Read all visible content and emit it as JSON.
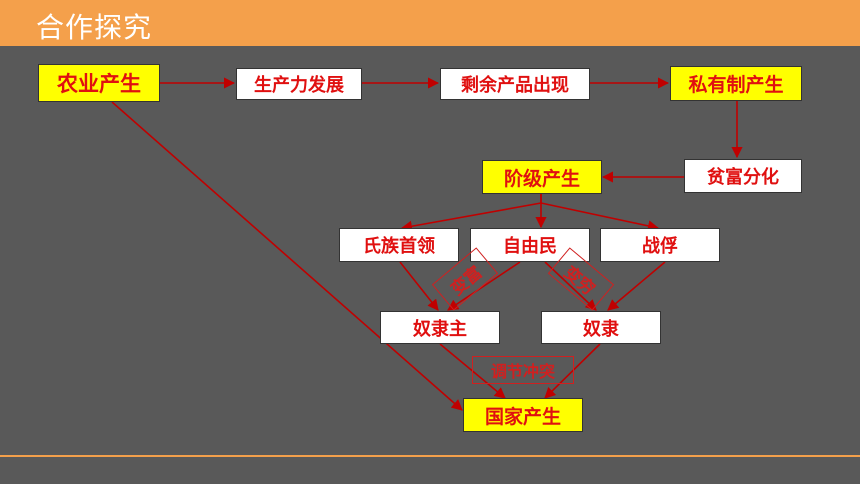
{
  "header": {
    "title": "合作探究"
  },
  "colors": {
    "header_bg": "#F4A04B",
    "background": "#595959",
    "node_text": "#E01010",
    "highlight_bg": "#FFFF00",
    "arrow": "#C00000"
  },
  "nodes": {
    "agriculture": "农业产生",
    "productivity": "生产力发展",
    "surplus": "剩余产品出现",
    "private_ownership": "私有制产生",
    "polarization": "贫富分化",
    "classes": "阶级产生",
    "clan_leader": "氏族首领",
    "free_people": "自由民",
    "captives": "战俘",
    "slave_owner": "奴隶主",
    "slave": "奴隶",
    "state": "国家产生"
  },
  "tags": {
    "become_rich": "变富",
    "become_poor": "变穷",
    "regulate_conflict": "调节冲突"
  }
}
